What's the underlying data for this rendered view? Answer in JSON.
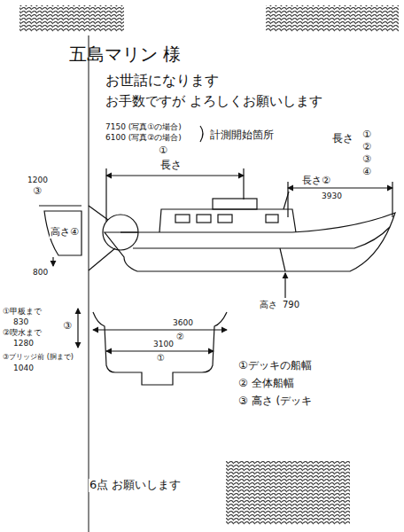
{
  "diagram": {
    "title": "五島マリン 様",
    "labels": [
      "お世話になります",
      "お手数ですが よろしくお願いします",
      "7150 (写真①の場合)",
      "6100 (写真②の場合)",
      "①",
      "計測開始箇所",
      "長さ",
      "長さ",
      "①",
      "②",
      "③",
      "④",
      "長さ②",
      "3930",
      "1200",
      "③",
      "高さ④",
      "800",
      "高さ",
      "790",
      "3600",
      "②",
      "3100",
      "①",
      "③",
      "①甲板まで",
      "830",
      "②喫水まで",
      "1280",
      "③ブリッジ前 (胴まで)",
      "1040",
      "①デッキの船幅",
      "② 全体船幅",
      "③ 高さ (デッキ",
      "6点 お願いします"
    ]
  }
}
